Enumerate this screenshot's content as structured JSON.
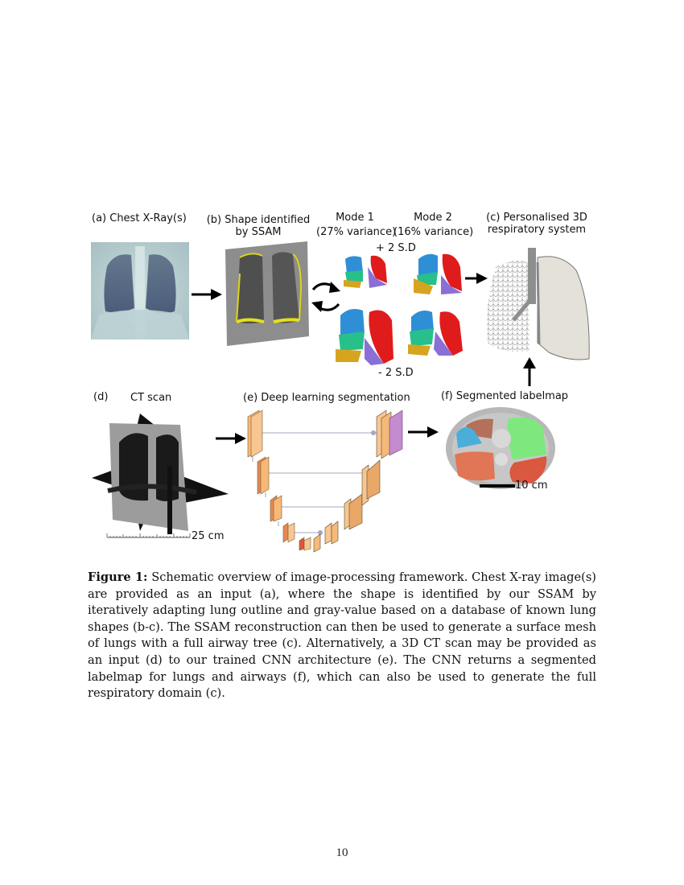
{
  "figure": {
    "panels": {
      "a": {
        "label": "(a) Chest X-Ray(s)"
      },
      "b": {
        "label_line1": "(b) Shape identified",
        "label_line2": "by SSAM"
      },
      "modes": {
        "mode1": {
          "title": "Mode 1",
          "variance": "(27% variance)"
        },
        "mode2": {
          "title": "Mode 2",
          "variance": "(16% variance)"
        },
        "plus_sd": "+ 2 S.D",
        "minus_sd": "- 2 S.D"
      },
      "c": {
        "label_line1": "(c)  Personalised 3D",
        "label_line2": "respiratory system"
      },
      "d": {
        "letter": "(d)",
        "label": "CT scan",
        "scale": "25 cm"
      },
      "e": {
        "label": "(e)  Deep learning segmentation"
      },
      "f": {
        "label": "(f) Segmented labelmap",
        "scale": "10 cm"
      }
    },
    "colors": {
      "upper_left_lobe": "#2f8fd6",
      "middle_lobe": "#27c08a",
      "lower_left_lobe": "#d6a41e",
      "right_lung": "#e01b1b",
      "right_lower": "#8a6fd6",
      "unet_block": "#f6b978",
      "unet_block_dark": "#e58a55",
      "unet_output": "#c48bcf",
      "seg_blue": "#4aaed8",
      "seg_brown": "#b3705a",
      "seg_green": "#7ee87e",
      "seg_red": "#d9583f"
    },
    "caption": {
      "label": "Figure 1:",
      "text": "Schematic overview of image-processing framework. Chest X-ray image(s) are provided as an input (a), where the shape is identified by our SSAM by iteratively adapting lung outline and gray-value based on a database of known lung shapes (b-c). The SSAM reconstruction can then be used to generate a surface mesh of lungs with a full airway tree (c). Alternatively, a 3D CT scan may be provided as an input (d) to our trained CNN architecture (e). The CNN returns a segmented labelmap for lungs and airways (f), which can also be used to generate the full respiratory domain (c)."
    }
  },
  "page": {
    "number": "10"
  }
}
